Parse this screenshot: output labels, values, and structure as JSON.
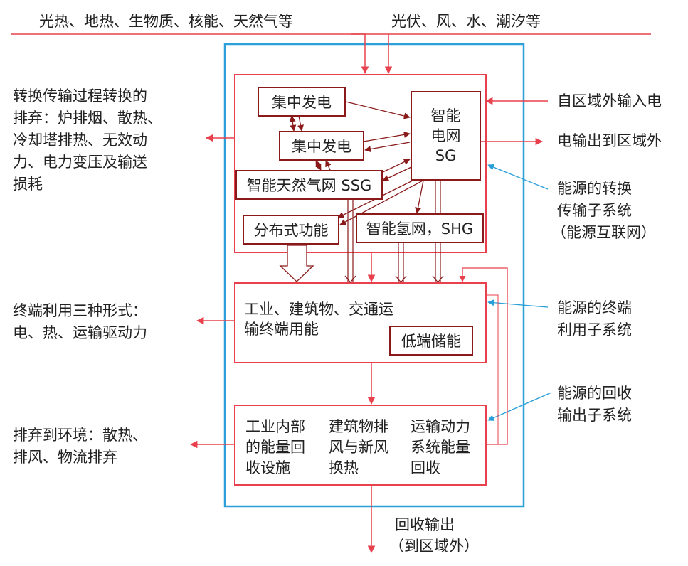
{
  "top_sources": {
    "left": "光热、地热、生物质、核能、天然气等",
    "right": "光伏、风、水、潮汐等"
  },
  "conversion": {
    "central_gen_1": "集中发电",
    "central_gen_2": "集中发电",
    "smart_grid": [
      "智能",
      "电网",
      "SG"
    ],
    "smart_gas": "智能天然气网 SSG",
    "distributed": "分布式功能",
    "smart_hydrogen": "智能氢网，SHG"
  },
  "enduse": {
    "lines": [
      "工业、建筑物、交通运",
      "输终端用能"
    ],
    "storage": "低端储能"
  },
  "recovery": {
    "col1": [
      "工业内部",
      "的能量回",
      "收设施"
    ],
    "col2": [
      "建筑物排",
      "风与新风",
      "换热"
    ],
    "col3": [
      "运输动力",
      "系统能量",
      "回收"
    ]
  },
  "left_notes": {
    "conversion_loss": [
      "转换传输过程转换的",
      "排弃：炉排烟、散热、",
      "冷却塔排热、无效动",
      "力、电力变压及输送",
      "损耗"
    ],
    "enduse_forms": [
      "终端利用三种形式：",
      "电、热、运输驱动力"
    ],
    "discharge": [
      "排弃到环境：散热、",
      "排风、物流排弃"
    ]
  },
  "right_notes": {
    "import": "自区域外输入电",
    "export": "电输出到区域外",
    "conversion_subsystem": [
      "能源的转换",
      "传输子系统",
      "（能源互联网）"
    ],
    "enduse_subsystem": [
      "能源的终端",
      "利用子系统"
    ],
    "recovery_subsystem": [
      "能源的回收",
      "输出子系统"
    ]
  },
  "bottom": [
    "回收输出",
    "（到区域外）"
  ],
  "colors": {
    "red": "#e8414d",
    "dark_red": "#8a1a1a",
    "blue": "#2a9fd8"
  }
}
